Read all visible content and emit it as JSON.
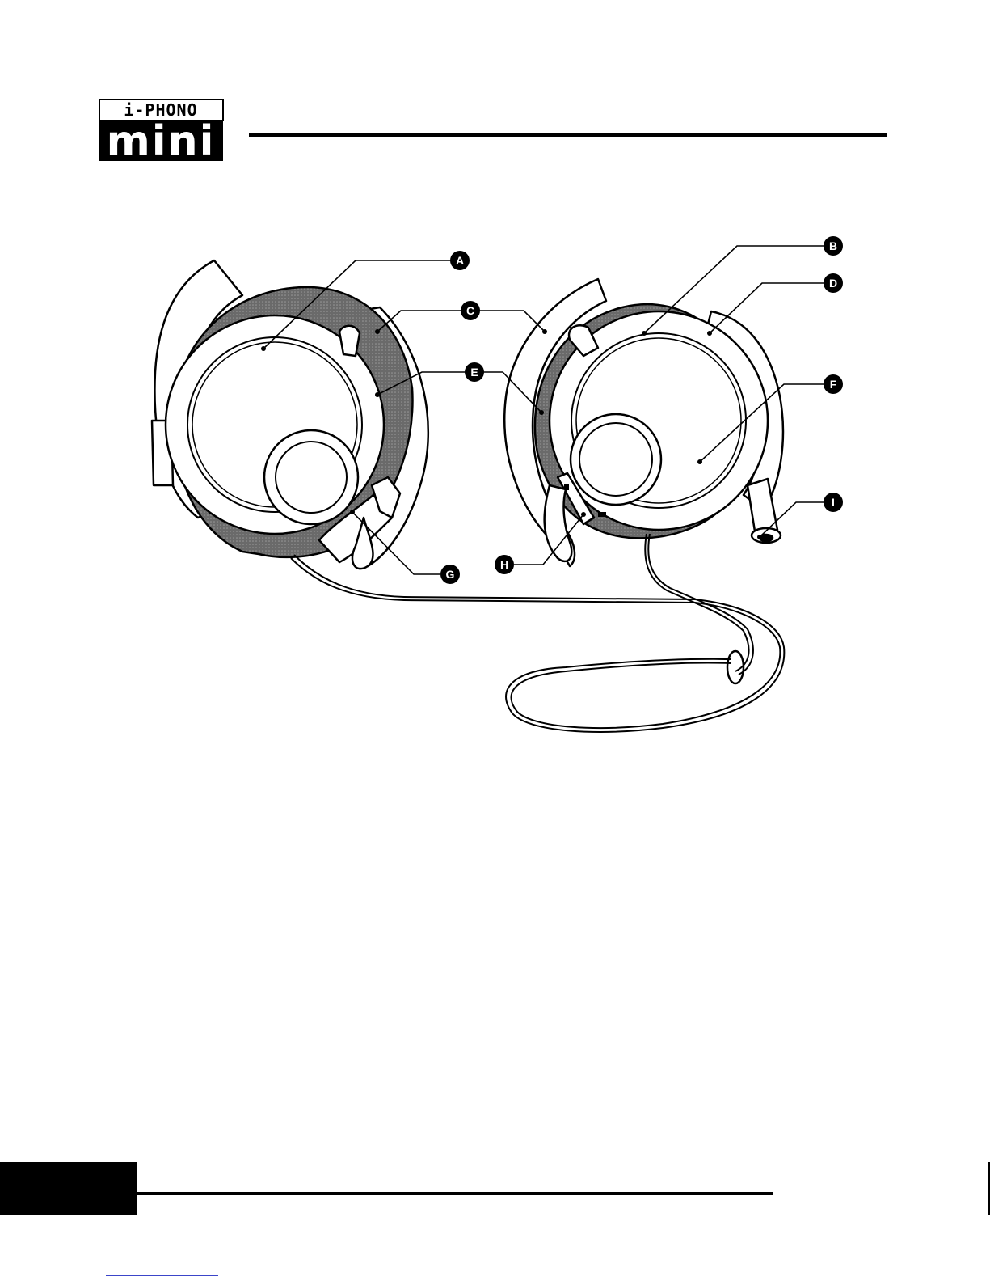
{
  "logo": {
    "top_text": "i-PHONO",
    "main_text": "mini"
  },
  "callouts": [
    {
      "letter": "A"
    },
    {
      "letter": "B"
    },
    {
      "letter": "C"
    },
    {
      "letter": "D"
    },
    {
      "letter": "E"
    },
    {
      "letter": "F"
    },
    {
      "letter": "G"
    },
    {
      "letter": "H"
    },
    {
      "letter": "I"
    }
  ],
  "colors": {
    "ink": "#000000",
    "mesh": "#6a6a6a",
    "paper": "#ffffff",
    "link": "#3b45c9"
  }
}
